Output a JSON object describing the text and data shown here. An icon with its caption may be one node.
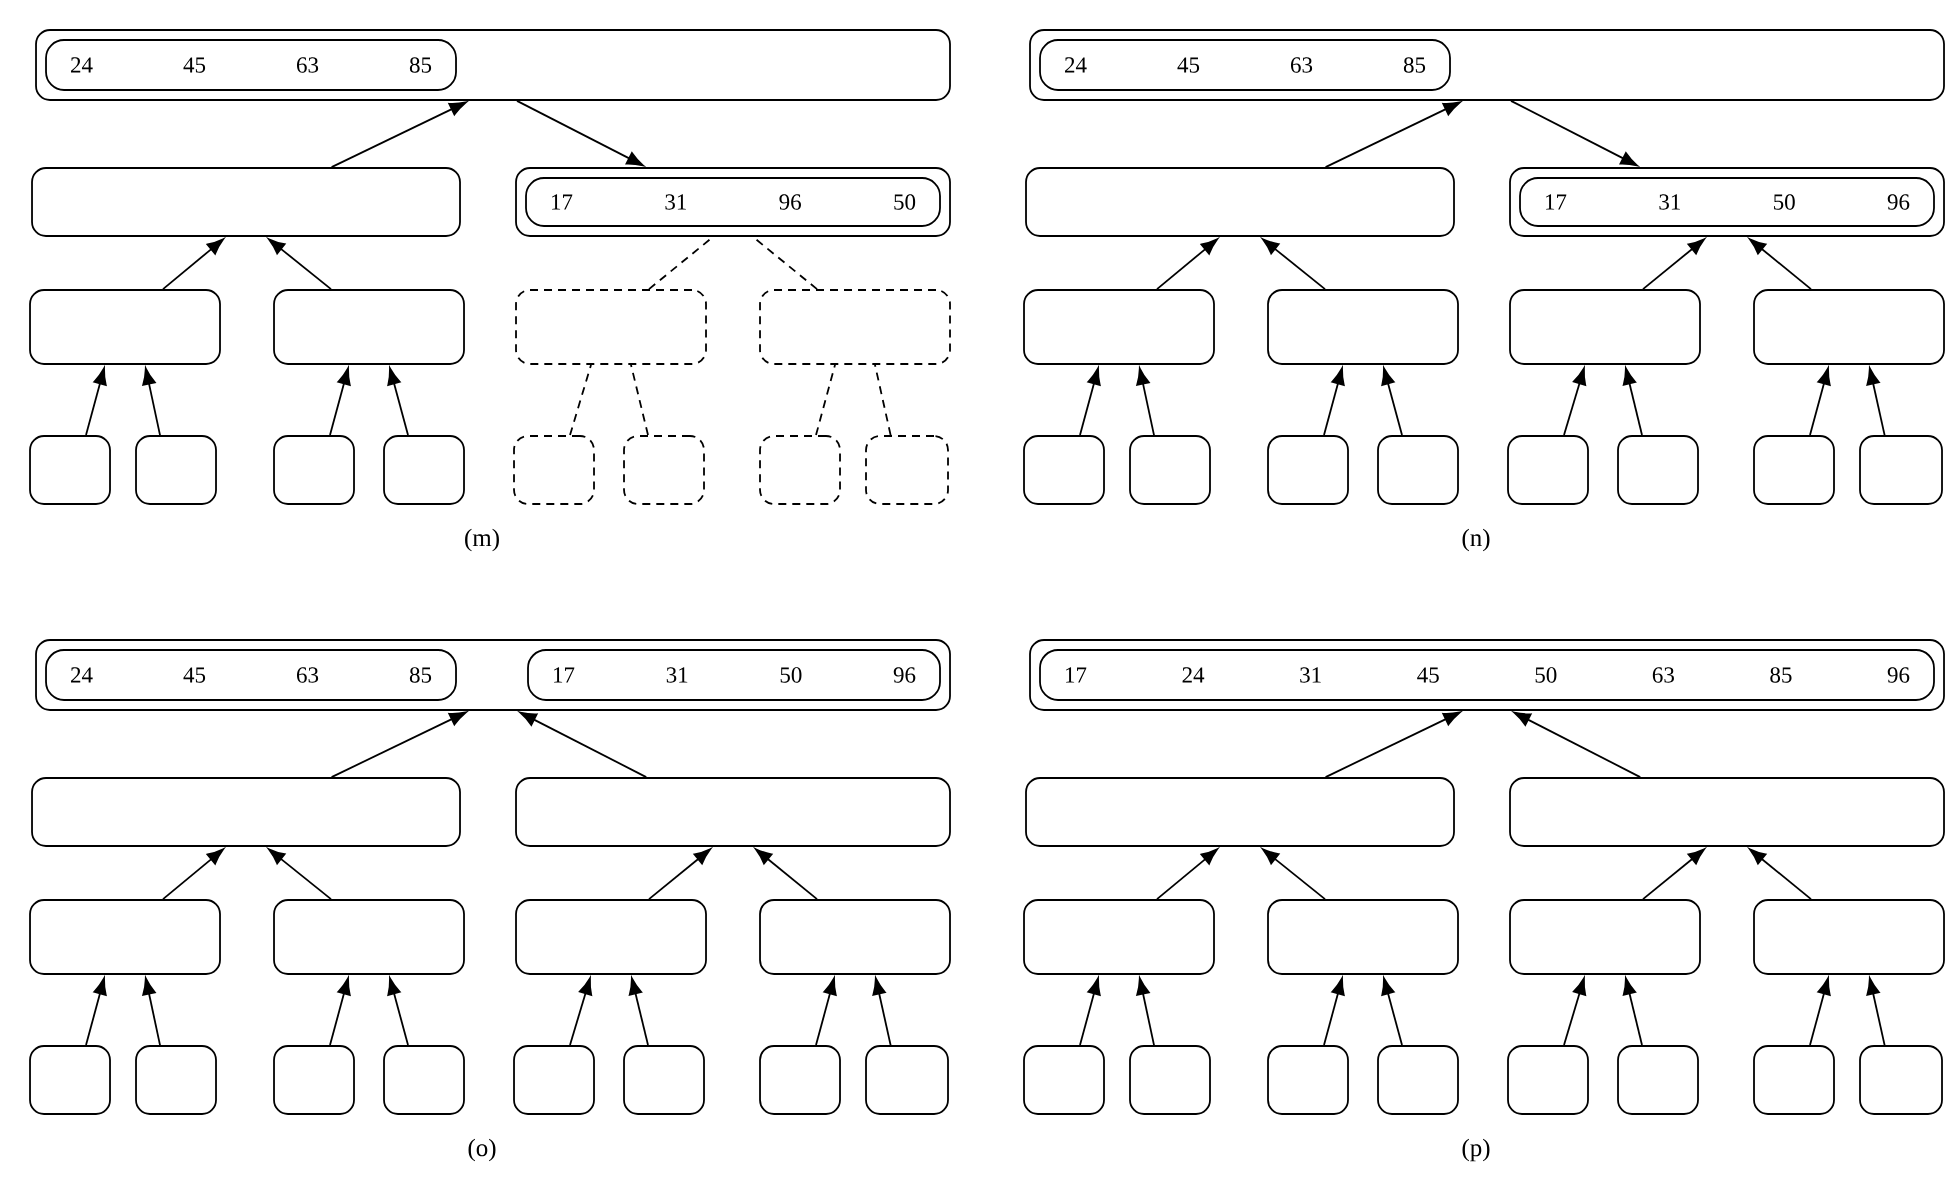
{
  "diagram": {
    "nodes": [
      {
        "text": [],
        "shape": "box"
      },
      {
        "text": [
          "24",
          "45",
          "63",
          "85"
        ],
        "in": 0
      },
      {
        "text": [],
        "shape": "box"
      },
      {
        "text": [],
        "shape": "box"
      },
      {
        "text": [
          "17",
          "31",
          "96",
          "50"
        ],
        "in": 3
      },
      {
        "text": [],
        "shape": "box"
      },
      {
        "text": [],
        "shape": "box"
      },
      {
        "text": [],
        "shape": "box"
      },
      {
        "text": [],
        "shape": "box"
      },
      {
        "text": [],
        "shape": "box"
      },
      {
        "text": [],
        "shape": "box"
      },
      {
        "text": [],
        "shape": "box"
      },
      {
        "text": [],
        "shape": "box"
      },
      {
        "text": [],
        "shape": "box"
      },
      {
        "text": [],
        "shape": "box"
      },
      {
        "text": [],
        "shape": "box"
      },
      {
        "text": [],
        "shape": "box"
      },
      {
        "text": [],
        "shape": "box"
      },
      {
        "text": [
          "24",
          "45",
          "63",
          "85"
        ],
        "in": 17
      },
      {
        "text": [],
        "shape": "box"
      },
      {
        "text": [],
        "shape": "box"
      },
      {
        "text": [
          "17",
          "31",
          "50",
          "96"
        ],
        "in": 20
      },
      {
        "text": [],
        "shape": "box"
      },
      {
        "text": [],
        "shape": "box"
      },
      {
        "text": [],
        "shape": "box"
      },
      {
        "text": [],
        "shape": "box"
      },
      {
        "text": [],
        "shape": "box"
      },
      {
        "text": [],
        "shape": "box"
      },
      {
        "text": [],
        "shape": "box"
      },
      {
        "text": [],
        "shape": "box"
      },
      {
        "text": [],
        "shape": "box"
      },
      {
        "text": [],
        "shape": "box"
      },
      {
        "text": [],
        "shape": "box"
      },
      {
        "text": [],
        "shape": "box"
      },
      {
        "text": [],
        "shape": "box"
      },
      {
        "text": [
          "24",
          "45",
          "63",
          "85"
        ],
        "in": 34
      },
      {
        "text": [
          "17",
          "31",
          "50",
          "96"
        ],
        "in": 34
      },
      {
        "text": [],
        "shape": "box"
      },
      {
        "text": [],
        "shape": "box"
      },
      {
        "text": [],
        "shape": "box"
      },
      {
        "text": [],
        "shape": "box"
      },
      {
        "text": [],
        "shape": "box"
      },
      {
        "text": [],
        "shape": "box"
      },
      {
        "text": [],
        "shape": "box"
      },
      {
        "text": [],
        "shape": "box"
      },
      {
        "text": [],
        "shape": "box"
      },
      {
        "text": [],
        "shape": "box"
      },
      {
        "text": [],
        "shape": "box"
      },
      {
        "text": [],
        "shape": "box"
      },
      {
        "text": [],
        "shape": "box"
      },
      {
        "text": [],
        "shape": "box"
      },
      {
        "text": [],
        "shape": "box"
      },
      {
        "text": [
          "17",
          "24",
          "31",
          "45",
          "50",
          "63",
          "85",
          "96"
        ],
        "in": 51
      },
      {
        "text": [],
        "shape": "box"
      },
      {
        "text": [],
        "shape": "box"
      },
      {
        "text": [],
        "shape": "box"
      },
      {
        "text": [],
        "shape": "box"
      },
      {
        "text": [],
        "shape": "box"
      },
      {
        "text": [],
        "shape": "box"
      },
      {
        "text": [],
        "shape": "box"
      },
      {
        "text": [],
        "shape": "box"
      },
      {
        "text": [],
        "shape": "box"
      },
      {
        "text": [],
        "shape": "box"
      },
      {
        "text": [],
        "shape": "box"
      },
      {
        "text": [],
        "shape": "box"
      },
      {
        "text": [],
        "shape": "box"
      },
      {
        "text": [],
        "shape": "box"
      }
    ],
    "edges": [
      {
        "from": 2,
        "to": 0,
        "arrow": "to"
      },
      {
        "from": 0,
        "to": 3,
        "arrow": "to"
      },
      {
        "from": 5,
        "to": 2,
        "arrow": "to"
      },
      {
        "from": 6,
        "to": 2,
        "arrow": "to"
      },
      {
        "from": 7,
        "to": 3,
        "arrow": "none",
        "style": "dashed"
      },
      {
        "from": 8,
        "to": 3,
        "arrow": "none",
        "style": "dashed"
      },
      {
        "from": 9,
        "to": 5,
        "arrow": "to"
      },
      {
        "from": 10,
        "to": 5,
        "arrow": "to"
      },
      {
        "from": 11,
        "to": 6,
        "arrow": "to"
      },
      {
        "from": 12,
        "to": 6,
        "arrow": "to"
      },
      {
        "from": 13,
        "to": 7,
        "arrow": "none",
        "style": "dashed"
      },
      {
        "from": 14,
        "to": 7,
        "arrow": "none",
        "style": "dashed"
      },
      {
        "from": 15,
        "to": 8,
        "arrow": "none",
        "style": "dashed"
      },
      {
        "from": 16,
        "to": 8,
        "arrow": "none",
        "style": "dashed"
      },
      {
        "from": 19,
        "to": 17,
        "arrow": "to"
      },
      {
        "from": 17,
        "to": 20,
        "arrow": "to"
      },
      {
        "from": 22,
        "to": 19,
        "arrow": "to"
      },
      {
        "from": 23,
        "to": 19,
        "arrow": "to"
      },
      {
        "from": 24,
        "to": 20,
        "arrow": "to"
      },
      {
        "from": 25,
        "to": 20,
        "arrow": "to"
      },
      {
        "from": 26,
        "to": 22,
        "arrow": "to"
      },
      {
        "from": 27,
        "to": 22,
        "arrow": "to"
      },
      {
        "from": 28,
        "to": 23,
        "arrow": "to"
      },
      {
        "from": 29,
        "to": 23,
        "arrow": "to"
      },
      {
        "from": 30,
        "to": 24,
        "arrow": "to"
      },
      {
        "from": 31,
        "to": 24,
        "arrow": "to"
      },
      {
        "from": 32,
        "to": 25,
        "arrow": "to"
      },
      {
        "from": 33,
        "to": 25,
        "arrow": "to"
      },
      {
        "from": 37,
        "to": 34,
        "arrow": "to"
      },
      {
        "from": 38,
        "to": 34,
        "arrow": "to"
      },
      {
        "from": 39,
        "to": 37,
        "arrow": "to"
      },
      {
        "from": 40,
        "to": 37,
        "arrow": "to"
      },
      {
        "from": 41,
        "to": 38,
        "arrow": "to"
      },
      {
        "from": 42,
        "to": 38,
        "arrow": "to"
      },
      {
        "from": 43,
        "to": 39,
        "arrow": "to"
      },
      {
        "from": 44,
        "to": 39,
        "arrow": "to"
      },
      {
        "from": 45,
        "to": 40,
        "arrow": "to"
      },
      {
        "from": 46,
        "to": 40,
        "arrow": "to"
      },
      {
        "from": 47,
        "to": 41,
        "arrow": "to"
      },
      {
        "from": 48,
        "to": 41,
        "arrow": "to"
      },
      {
        "from": 49,
        "to": 42,
        "arrow": "to"
      },
      {
        "from": 50,
        "to": 42,
        "arrow": "to"
      },
      {
        "from": 53,
        "to": 51,
        "arrow": "to"
      },
      {
        "from": 54,
        "to": 51,
        "arrow": "to"
      },
      {
        "from": 55,
        "to": 53,
        "arrow": "to"
      },
      {
        "from": 56,
        "to": 53,
        "arrow": "to"
      },
      {
        "from": 57,
        "to": 54,
        "arrow": "to"
      },
      {
        "from": 58,
        "to": 54,
        "arrow": "to"
      },
      {
        "from": 59,
        "to": 55,
        "arrow": "to"
      },
      {
        "from": 60,
        "to": 55,
        "arrow": "to"
      },
      {
        "from": 61,
        "to": 56,
        "arrow": "to"
      },
      {
        "from": 62,
        "to": 56,
        "arrow": "to"
      },
      {
        "from": 63,
        "to": 57,
        "arrow": "to"
      },
      {
        "from": 64,
        "to": 57,
        "arrow": "to"
      },
      {
        "from": 65,
        "to": 58,
        "arrow": "to"
      },
      {
        "from": 66,
        "to": 58,
        "arrow": "to"
      }
    ],
    "labels": [
      "(m)",
      "(n)",
      "(o)",
      "(p)"
    ]
  }
}
